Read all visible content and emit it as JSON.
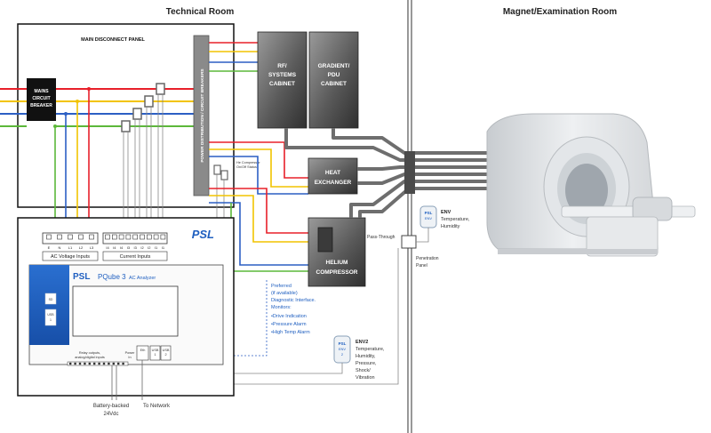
{
  "rooms": {
    "technical": "Technical Room",
    "magnet": "Magnet/Examination Room"
  },
  "panel": {
    "title": "MAIN DISCONNECT PANEL",
    "breaker": [
      "MAINS",
      "CIRCUIT",
      "BREAKER"
    ],
    "distribution": "POWER DISTRIBUTION / CIRCUIT BREAKERS",
    "compressor_status": [
      "He Compressor",
      "On/Off Status"
    ]
  },
  "cabinets": {
    "rf": [
      "RF/",
      "SYSTEMS",
      "CABINET"
    ],
    "gradient": [
      "GRADIENT/",
      "PDU",
      "CABINET"
    ],
    "heat": [
      "HEAT",
      "EXCHANGER"
    ],
    "helium": [
      "HELIUM",
      "COMPRESSOR"
    ]
  },
  "pqube": {
    "brand": "PSL",
    "badge": "PSL",
    "model": "PQube 3",
    "model_sub": "AC Analyzer",
    "voltage_inputs": "AC Voltage Inputs",
    "current_inputs": "Current Inputs",
    "voltage_terminals": [
      "E",
      "N",
      "L1",
      "L2",
      "L3"
    ],
    "current_terminals": [
      "I4",
      "I4",
      "I4",
      "I3",
      "I3",
      "I2",
      "I2",
      "I1",
      "I1"
    ],
    "relay_label": [
      "Relay outputs,",
      "analog/digital inputs"
    ],
    "power_label": [
      "Power",
      "In"
    ],
    "eth": "Eth",
    "usb1": [
      "USB",
      "1"
    ],
    "usb2": [
      "USB",
      "2"
    ],
    "side1": "SD",
    "side2": [
      "USB",
      "1"
    ]
  },
  "labels": {
    "battery": [
      "Battery-backed",
      "24Vdc"
    ],
    "network": "To Network",
    "pass_through": "Pass-Through",
    "penetration": [
      "Penetration",
      "Panel"
    ],
    "preferred": [
      "Preferred",
      "(if available)",
      "Diagnostic Interface.",
      "Monitors:"
    ],
    "monitors": [
      "•Drive Indication",
      "•Pressure Alarm",
      "•High Temp Alarm"
    ]
  },
  "env": {
    "tag": "ENV",
    "desc": [
      "Temperature,",
      "Humidity"
    ],
    "badge_brand": "PSL",
    "badge_text": "ENV"
  },
  "env2": {
    "tag": "ENV2",
    "desc": [
      "Temperature,",
      "Humidity,",
      "Pressure,",
      "Shock/",
      "Vibration"
    ],
    "badge_brand": "PSL",
    "badge_text": [
      "ENV",
      "2"
    ]
  },
  "colors": {
    "red": "#e8202a",
    "yellow": "#f2c400",
    "blue": "#2c5fc4",
    "green": "#5cb83a",
    "gray": "#6e6e6e",
    "psl_blue": "#1f5fc0"
  }
}
